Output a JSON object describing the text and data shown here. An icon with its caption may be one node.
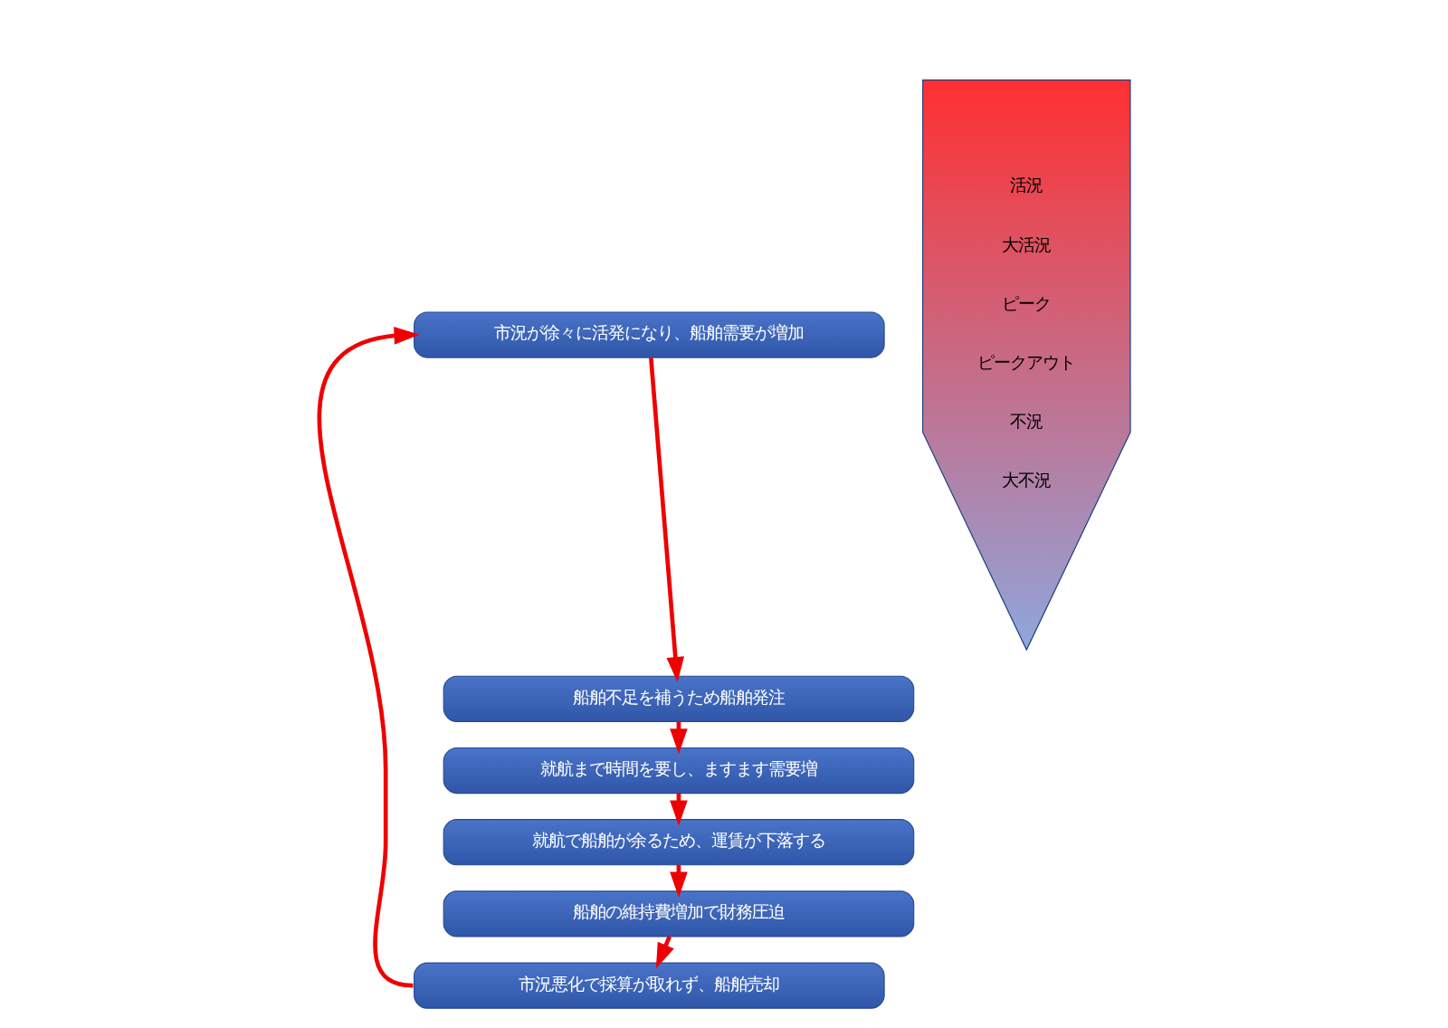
{
  "diagram": {
    "nodes": [
      {
        "text": [
          "市況が徐々に活発になり、船舶需要が増加"
        ]
      },
      {
        "text": [
          "船舶不足を補うため船舶発注"
        ]
      },
      {
        "text": [
          "就航まで時間を要し、ますます需要増"
        ]
      },
      {
        "text": [
          "就航で船舶が余るため、運賃が下落する"
        ]
      },
      {
        "text": [
          "船舶の維持費増加で財務圧迫"
        ]
      },
      {
        "text": [
          "市況悪化で採算が取れず、船舶売却"
        ]
      },
      {
        "text": [
          "活況",
          "大活況",
          "ピーク",
          "ピークアウト",
          "不況",
          "大不況"
        ]
      }
    ],
    "edges": [
      {
        "from": 0,
        "to": 1,
        "arrow": "to"
      },
      {
        "from": 1,
        "to": 2,
        "arrow": "to"
      },
      {
        "from": 2,
        "to": 3,
        "arrow": "to"
      },
      {
        "from": 3,
        "to": 4,
        "arrow": "to"
      },
      {
        "from": 4,
        "to": 5,
        "arrow": "to"
      },
      {
        "from": 5,
        "to": 0,
        "arrow": "to"
      }
    ]
  }
}
